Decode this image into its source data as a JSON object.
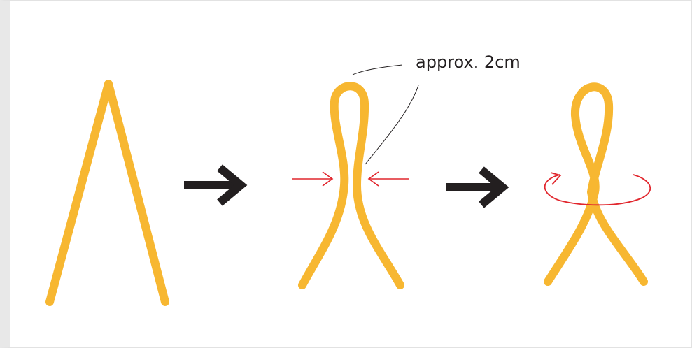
{
  "diagram": {
    "annotation": "approx. 2cm",
    "colors": {
      "cord": "#f7b731",
      "arrow": "#231f20",
      "marker": "#e1262d",
      "leader_line": "#231f20"
    },
    "steps": [
      {
        "name": "step-1-open-cord"
      },
      {
        "name": "step-2-pinch-loop"
      },
      {
        "name": "step-3-twist-loop"
      }
    ]
  }
}
